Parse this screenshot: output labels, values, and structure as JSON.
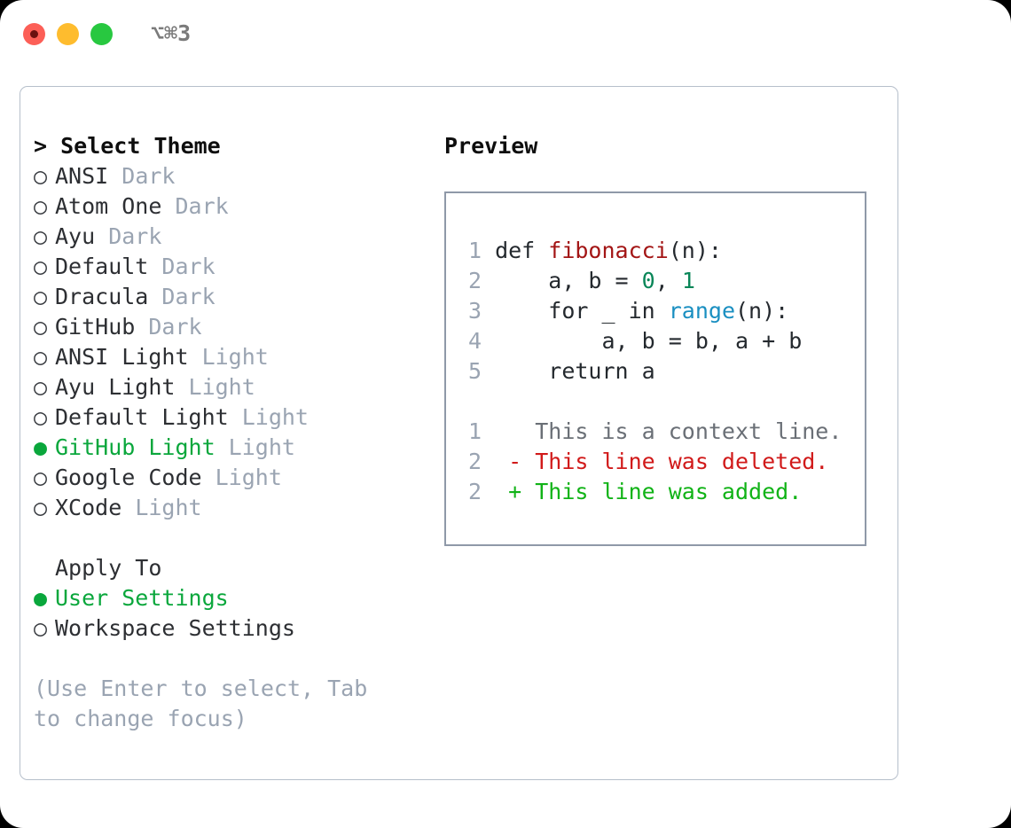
{
  "titlebar": {
    "shortcut": "⌥⌘3",
    "lights": [
      {
        "name": "close",
        "color": "#fc5f57"
      },
      {
        "name": "minimize",
        "color": "#febc2e"
      },
      {
        "name": "maximize",
        "color": "#28c840"
      }
    ]
  },
  "theme_list": {
    "header": "> Select Theme",
    "items": [
      {
        "marker": "○",
        "label": "ANSI",
        "variant": "Dark",
        "selected": false
      },
      {
        "marker": "○",
        "label": "Atom One",
        "variant": "Dark",
        "selected": false
      },
      {
        "marker": "○",
        "label": "Ayu",
        "variant": "Dark",
        "selected": false
      },
      {
        "marker": "○",
        "label": "Default",
        "variant": "Dark",
        "selected": false
      },
      {
        "marker": "○",
        "label": "Dracula",
        "variant": "Dark",
        "selected": false
      },
      {
        "marker": "○",
        "label": "GitHub",
        "variant": "Dark",
        "selected": false
      },
      {
        "marker": "○",
        "label": "ANSI Light",
        "variant": "Light",
        "selected": false
      },
      {
        "marker": "○",
        "label": "Ayu Light",
        "variant": "Light",
        "selected": false
      },
      {
        "marker": "○",
        "label": "Default Light",
        "variant": "Light",
        "selected": false
      },
      {
        "marker": "●",
        "label": "GitHub Light",
        "variant": "Light",
        "selected": true
      },
      {
        "marker": "○",
        "label": "Google Code",
        "variant": "Light",
        "selected": false
      },
      {
        "marker": "○",
        "label": "XCode",
        "variant": "Light",
        "selected": false
      }
    ]
  },
  "apply_to": {
    "header": "Apply To",
    "items": [
      {
        "marker": "●",
        "label": "User Settings",
        "selected": true
      },
      {
        "marker": "○",
        "label": "Workspace Settings",
        "selected": false
      }
    ]
  },
  "hint": "(Use Enter to select, Tab to change focus)",
  "preview": {
    "header": "Preview",
    "code_lines": [
      {
        "num": "1",
        "tokens": [
          {
            "text": "def ",
            "kind": "kw"
          },
          {
            "text": "fibonacci",
            "kind": "fn"
          },
          {
            "text": "(n):",
            "kind": "plain"
          }
        ]
      },
      {
        "num": "2",
        "tokens": [
          {
            "text": "    a, b = ",
            "kind": "plain"
          },
          {
            "text": "0",
            "kind": "num"
          },
          {
            "text": ", ",
            "kind": "plain"
          },
          {
            "text": "1",
            "kind": "num"
          }
        ]
      },
      {
        "num": "3",
        "tokens": [
          {
            "text": "    for _ in ",
            "kind": "plain"
          },
          {
            "text": "range",
            "kind": "builtin"
          },
          {
            "text": "(n):",
            "kind": "plain"
          }
        ]
      },
      {
        "num": "4",
        "tokens": [
          {
            "text": "        a, b = b, a + b",
            "kind": "plain"
          }
        ]
      },
      {
        "num": "5",
        "tokens": [
          {
            "text": "    return a",
            "kind": "plain"
          }
        ]
      },
      {
        "num": "",
        "tokens": []
      },
      {
        "num": "1",
        "tokens": [
          {
            "text": "   This is a context line.",
            "kind": "ctx"
          }
        ]
      },
      {
        "num": "2",
        "tokens": [
          {
            "text": " - This line was deleted.",
            "kind": "del"
          }
        ]
      },
      {
        "num": "2",
        "tokens": [
          {
            "text": " + This line was added.",
            "kind": "add"
          }
        ]
      }
    ]
  },
  "colors": {
    "accent_green": "#0aa73c",
    "muted": "#9aa4b2",
    "diff_add": "#11b317",
    "diff_delete": "#d11a1a",
    "function_name": "#a31515",
    "number_literal": "#098658",
    "builtin": "#1a8fc1",
    "panel_border": "#b6bfcb",
    "preview_border": "#8f99a8"
  }
}
